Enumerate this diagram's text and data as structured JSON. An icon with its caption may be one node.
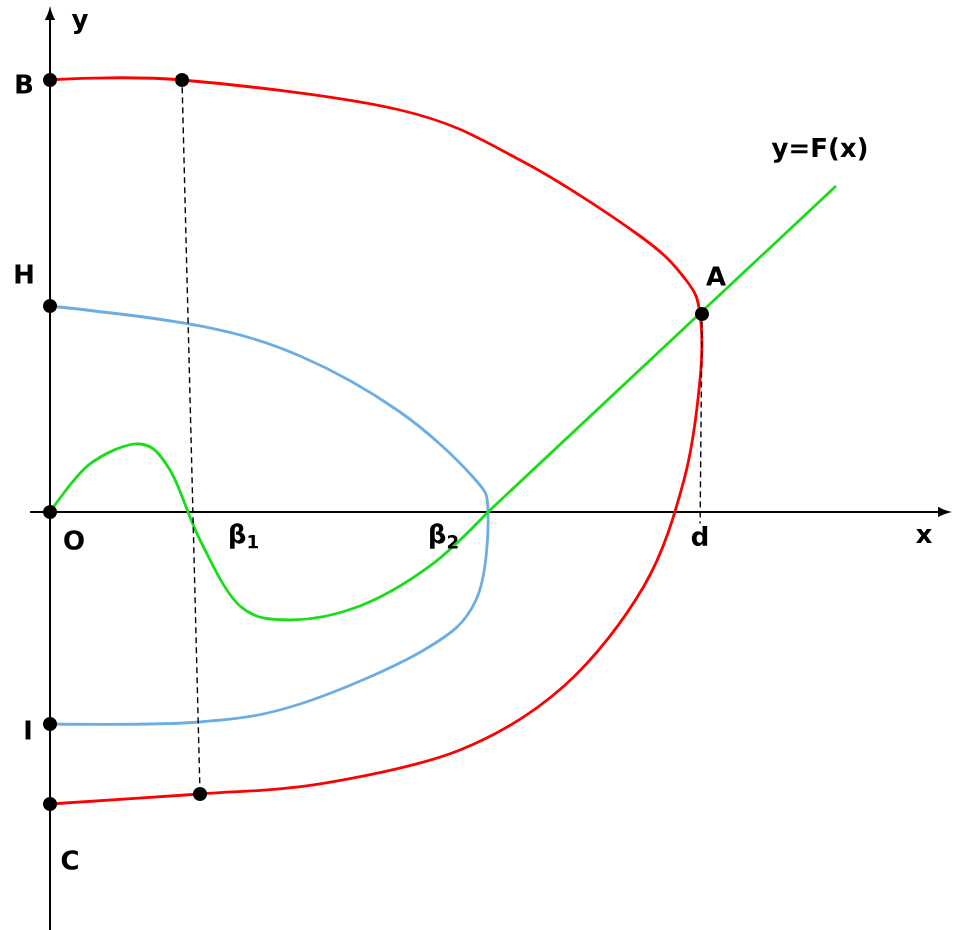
{
  "diagram": {
    "nodes": [
      {
        "text": [],
        "shape": "circle",
        "beside": [
          "B"
        ]
      },
      {
        "text": [],
        "shape": "circle"
      },
      {
        "text": [],
        "shape": "circle",
        "beside": [
          "H"
        ]
      },
      {
        "text": [],
        "shape": "circle",
        "beside": [
          "O"
        ]
      },
      {
        "text": [],
        "shape": "circle",
        "beside": [
          "I"
        ]
      },
      {
        "text": [],
        "shape": "circle",
        "beside": [
          "C"
        ]
      },
      {
        "text": [],
        "shape": "circle"
      },
      {
        "text": [],
        "shape": "circle",
        "beside": [
          "A"
        ]
      },
      {
        "text": [
          "d"
        ]
      }
    ],
    "edges": [
      {
        "from": 1,
        "to": 6,
        "arrow": "none",
        "style": "dashed"
      },
      {
        "from": 7,
        "to": 8,
        "arrow": "none",
        "style": "dashed"
      }
    ],
    "labels": [
      "y",
      "x",
      "β$_{1}$",
      "β$_{2}$",
      "y=F(x)"
    ]
  }
}
